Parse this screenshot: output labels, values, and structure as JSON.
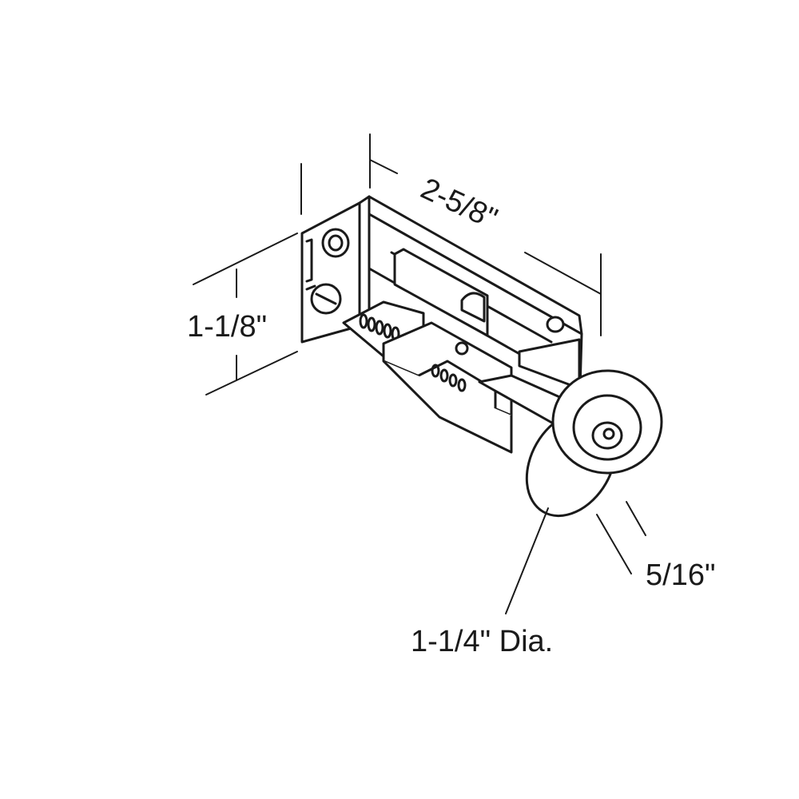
{
  "diagram": {
    "dimensions": {
      "length": "2-5/8\"",
      "height": "1-1/8\"",
      "wheel_width": "5/16\"",
      "wheel_diameter": "1-1/4\" Dia."
    }
  }
}
